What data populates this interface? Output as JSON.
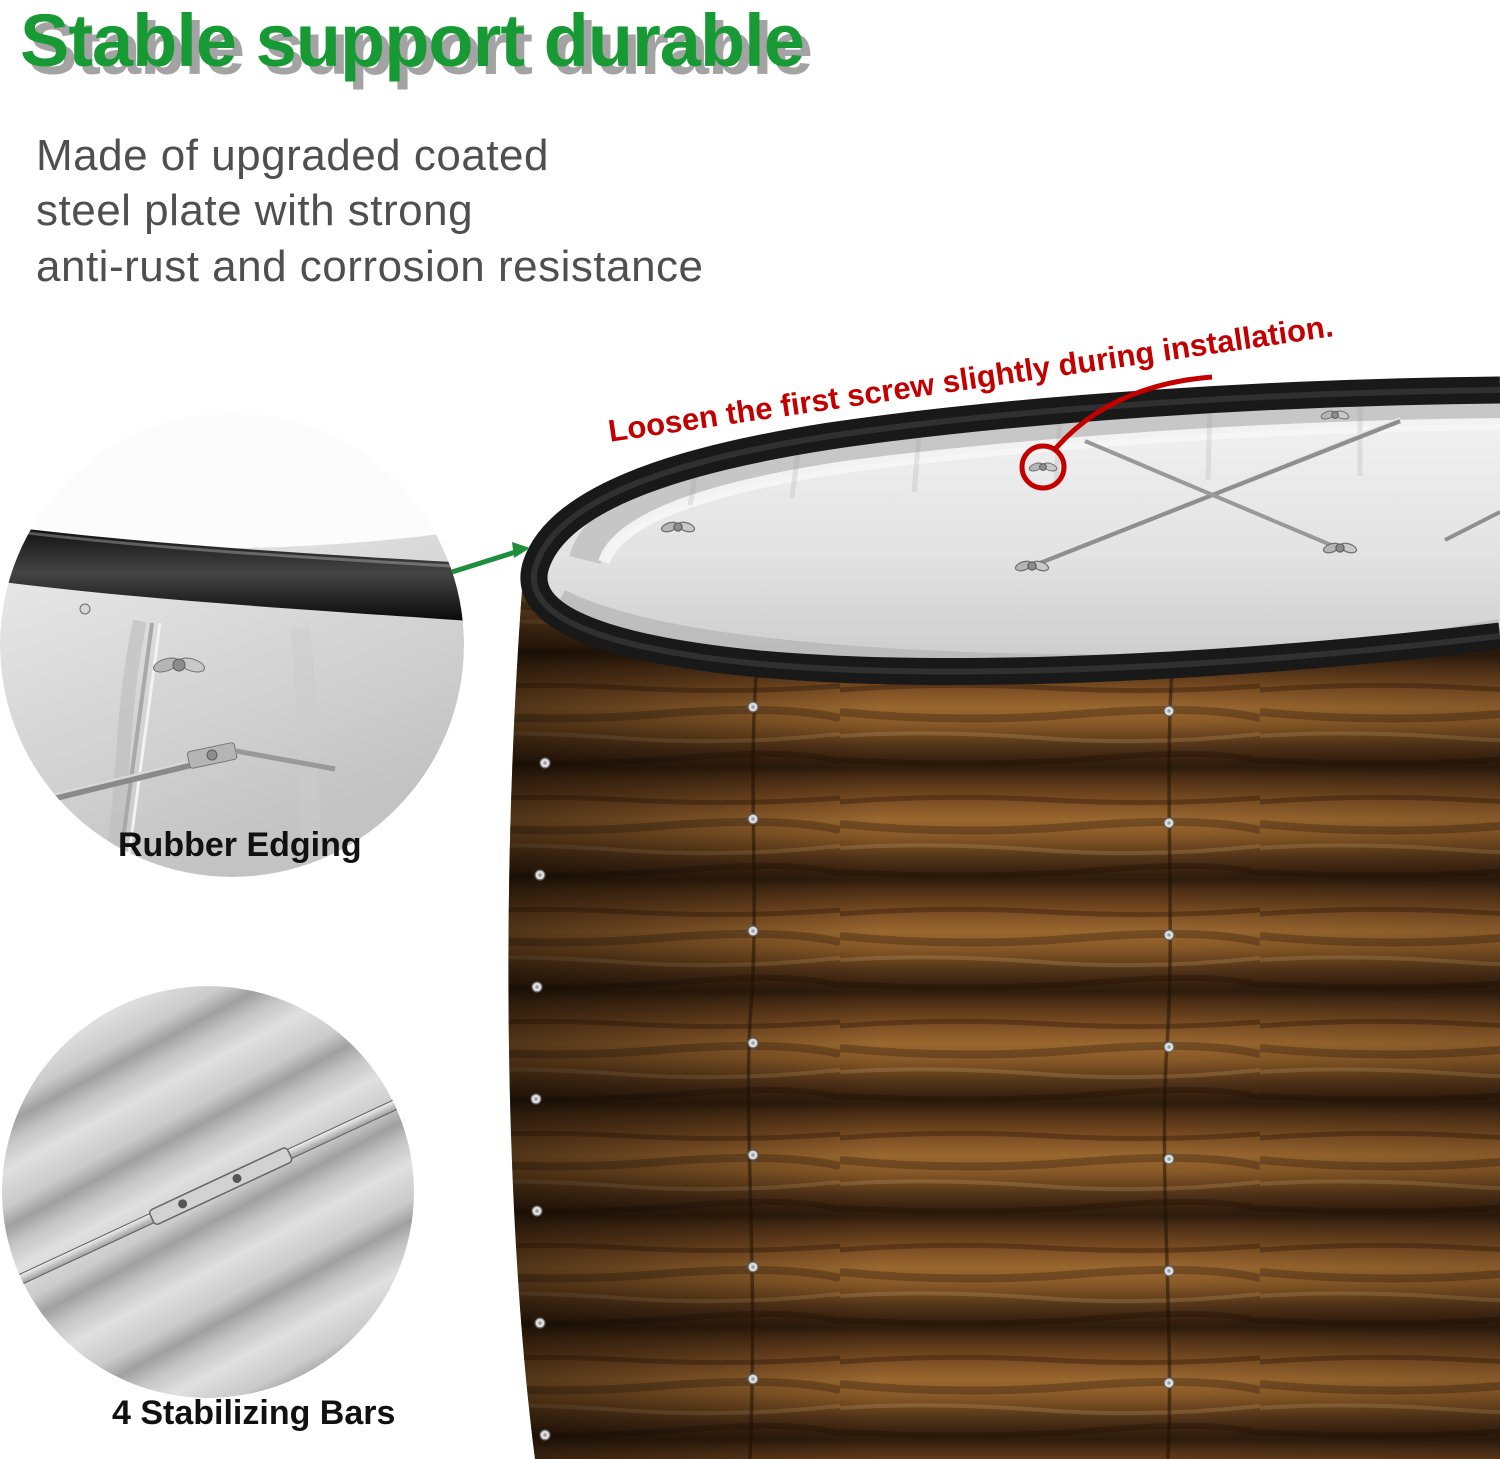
{
  "title": {
    "text": "Stable support durable"
  },
  "description": {
    "lines": [
      "Made of upgraded coated",
      "steel plate with strong",
      "anti-rust and corrosion resistance"
    ]
  },
  "annotation": {
    "text": "Loosen the first screw slightly during installation."
  },
  "callouts": [
    {
      "label": "Rubber Edging"
    },
    {
      "label": "4 Stabilizing Bars"
    }
  ],
  "colors": {
    "title_green": "#179a34",
    "title_shadow_gray": "#a3a3a3",
    "description_gray": "#4f4f4f",
    "annotation_red": "#c30000",
    "leader_line_green": "#1e8e3b",
    "label_black": "#111111",
    "wood_brown": "#7a4c22",
    "rubber_black": "#1a1a1a",
    "metal_silver": "#d9d9d9"
  }
}
